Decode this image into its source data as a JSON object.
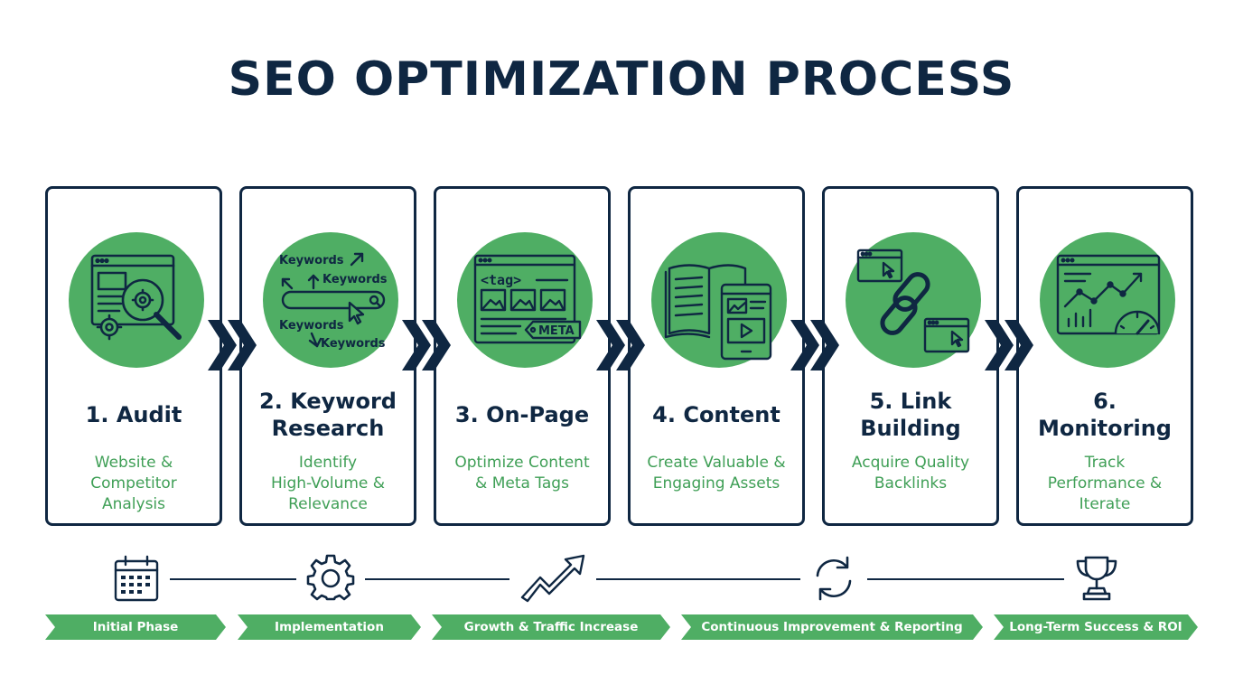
{
  "title": "SEO OPTIMIZATION PROCESS",
  "steps": [
    {
      "name": "1. Audit",
      "desc": "Website &\nCompetitor\nAnalysis",
      "icon": "audit-magnifier-gear-icon"
    },
    {
      "name": "2. Keyword\nResearch",
      "desc": "Identify\nHigh-Volume &\nRelevance",
      "icon": "keyword-search-icon",
      "icon_labels": [
        "Keywords",
        "Keywords",
        "Keywords",
        "Keywords"
      ]
    },
    {
      "name": "3. On-Page",
      "desc": "Optimize Content\n& Meta Tags",
      "icon": "webpage-tag-icon",
      "icon_labels": [
        "<tag>",
        "META"
      ]
    },
    {
      "name": "4. Content",
      "desc": "Create Valuable &\nEngaging Assets",
      "icon": "book-and-tablet-icon"
    },
    {
      "name": "5. Link\nBuilding",
      "desc": "Acquire Quality\nBacklinks",
      "icon": "chain-link-icon"
    },
    {
      "name": "6. Monitoring",
      "desc": "Track\nPerformance &\nIterate",
      "icon": "analytics-dashboard-icon"
    }
  ],
  "timeline_icons": [
    "calendar-icon",
    "gear-icon",
    "trend-arrow-icon",
    "refresh-cycle-icon",
    "trophy-icon"
  ],
  "phases": [
    "Initial Phase",
    "Implementation",
    "Growth & Traffic Increase",
    "Continuous Improvement & Reporting",
    "Long-Term Success & ROI"
  ],
  "colors": {
    "navy": "#0f2742",
    "green": "#4fae64",
    "green_text": "#3f9f56"
  }
}
